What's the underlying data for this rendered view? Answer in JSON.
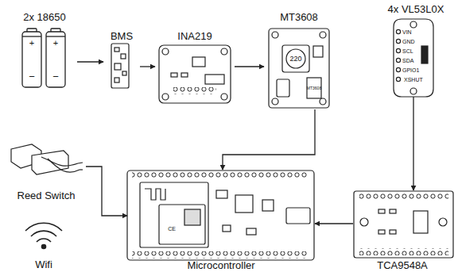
{
  "diagram": {
    "nodes": [
      {
        "text": [
          "2x 18650"
        ]
      },
      {
        "text": [
          "BMS"
        ]
      },
      {
        "text": [
          "INA219"
        ]
      },
      {
        "text": [
          "MT3608"
        ]
      },
      {
        "text": [
          "4x VL53L0X"
        ]
      },
      {
        "text": [
          "Reed Switch"
        ]
      },
      {
        "text": [
          "Wifi"
        ]
      },
      {
        "text": [
          "Microcontroller"
        ]
      },
      {
        "text": [
          "TCA9548A"
        ]
      }
    ],
    "edges": [
      {
        "from": 0,
        "to": 1,
        "arrow": "to"
      },
      {
        "from": 1,
        "to": 2,
        "arrow": "to"
      },
      {
        "from": 2,
        "to": 3,
        "arrow": "to"
      },
      {
        "from": 3,
        "to": 7,
        "arrow": "to"
      },
      {
        "from": 4,
        "to": 8,
        "arrow": "to"
      },
      {
        "from": 8,
        "to": 7,
        "arrow": "to"
      },
      {
        "from": 5,
        "to": 7,
        "arrow": "to"
      }
    ],
    "labels": [
      "+",
      "−",
      "+",
      "−",
      "220",
      "MT3608",
      "VIN",
      "GND",
      "SCL",
      "SDA",
      "GPIO1",
      "XSHUT",
      "CE"
    ]
  }
}
